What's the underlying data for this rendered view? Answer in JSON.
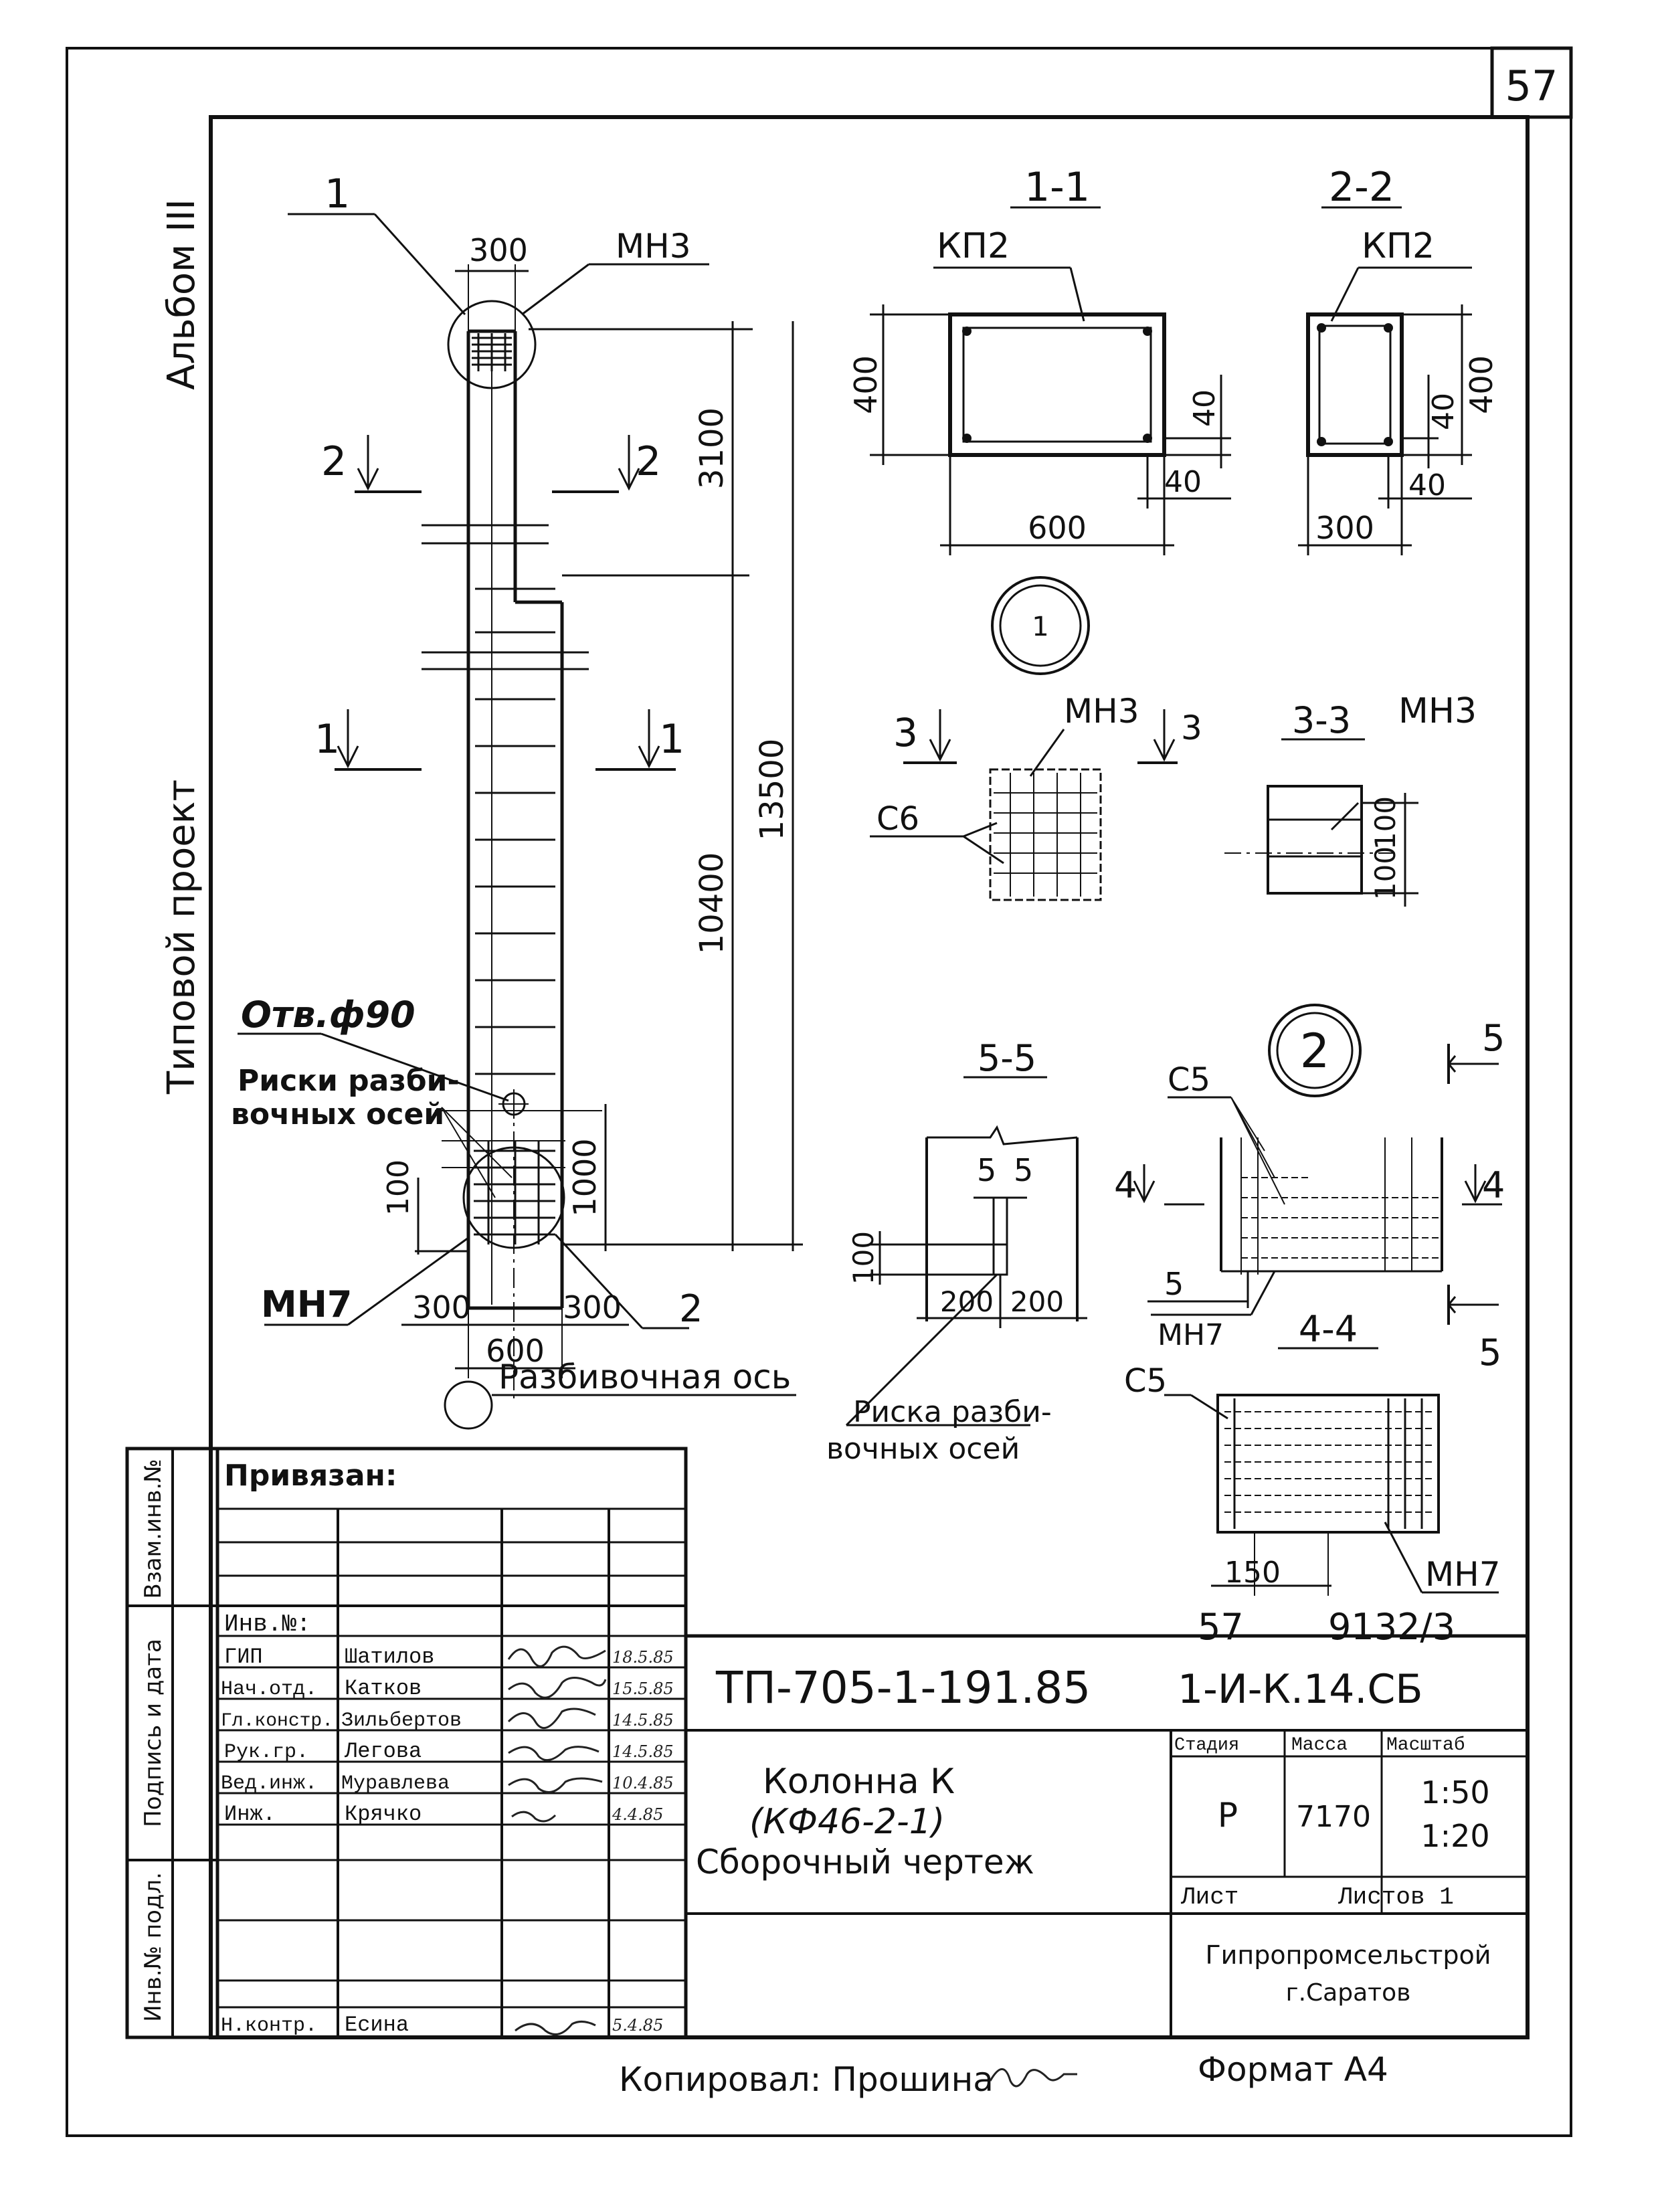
{
  "sheet": {
    "number": "57"
  },
  "margin": {
    "album": "Альбом III",
    "project": "Типовой проект"
  },
  "column_elevation": {
    "callout_1": "1",
    "callout_2": "2",
    "top_width": "300",
    "top_mesh": "МН3",
    "dim_3100": "3100",
    "dim_10400": "10400",
    "dim_13500": "13500",
    "dim_1000": "1000",
    "dim_100": "100",
    "section_2_left": "2",
    "section_2_right": "2",
    "section_1_left": "1",
    "section_1_right": "1",
    "hole": "Отв.ф90",
    "marks_line1": "Риски разби-",
    "marks_line2": "вочных осей",
    "bottom_mesh": "МН7",
    "base_300_left": "300",
    "base_300_right": "300",
    "base_600": "600",
    "layout_axis": "Разбивочная ось"
  },
  "section_1_1": {
    "title": "1-1",
    "frame": "КП2",
    "dim_400": "400",
    "dim_40_vert": "40",
    "dim_40_horiz": "40",
    "dim_600": "600"
  },
  "section_2_2": {
    "title": "2-2",
    "frame": "КП2",
    "dim_400": "400",
    "dim_40_vert": "40",
    "dim_40_horiz": "40",
    "dim_300": "300"
  },
  "node_1": {
    "callout": "1",
    "section_left": "3",
    "section_right": "3",
    "mesh": "МН3",
    "rebar": "С6"
  },
  "section_3_3": {
    "title": "3-3",
    "mesh": "МН3",
    "dim_a": "100",
    "dim_b": "100"
  },
  "section_5_5": {
    "title": "5-5",
    "dim_5a": "5",
    "dim_5b": "5",
    "dim_100": "100",
    "dim_200a": "200",
    "dim_200b": "200",
    "marks_line1": "Риска разби-",
    "marks_line2": "вочных осей"
  },
  "node_2": {
    "callout": "2",
    "rebar": "С5",
    "section_left": "4",
    "section_right": "4",
    "dim_5": "5",
    "mesh": "МН7",
    "section_5_top": "5",
    "section_5_bottom": "5"
  },
  "section_4_4": {
    "title": "4-4",
    "rebar": "С5",
    "dim_150": "150",
    "mesh": "МН7"
  },
  "stamp_ref": {
    "sheet": "57",
    "code": "9132/3"
  },
  "title_block": {
    "tied": "Привязан:",
    "inv_no": "Инв.№:",
    "margin_labels": [
      "Взам.инв.№",
      "Подпись и дата",
      "Инв.№ подл."
    ],
    "people": [
      {
        "role": "ГИП",
        "name": "Шатилов",
        "date": "18.5.85"
      },
      {
        "role": "Нач.отд.",
        "name": "Катков",
        "date": "15.5.85"
      },
      {
        "role": "Гл.констр.",
        "name": "Зильбертов",
        "date": "14.5.85"
      },
      {
        "role": "Рук.гр.",
        "name": "Легова",
        "date": "14.5.85"
      },
      {
        "role": "Вед.инж.",
        "name": "Муравлева",
        "date": "10.4.85"
      },
      {
        "role": "Инж.",
        "name": "Крячко",
        "date": "4.4.85"
      }
    ],
    "control": {
      "role": "Н.контр.",
      "name": "Есина",
      "date": "5.4.85"
    },
    "project_code": "ТП-705-1-191.85",
    "doc_code": "1-И-К.14.СБ",
    "title_line1": "Колонна К",
    "title_line2": "(КФ46-2-1)",
    "title_line3": "Сборочный чертеж",
    "stage_header": "Стадия",
    "mass_header": "Масса",
    "scale_header": "Масштаб",
    "stage": "Р",
    "mass": "7170",
    "scale_1": "1:50",
    "scale_2": "1:20",
    "sheet_label": "Лист",
    "sheets_label": "Листов 1",
    "org": "Гипропромсельстрой",
    "city": "г.Саратов"
  },
  "footer": {
    "copied": "Копировал: Прошина",
    "format": "Формат А4"
  }
}
